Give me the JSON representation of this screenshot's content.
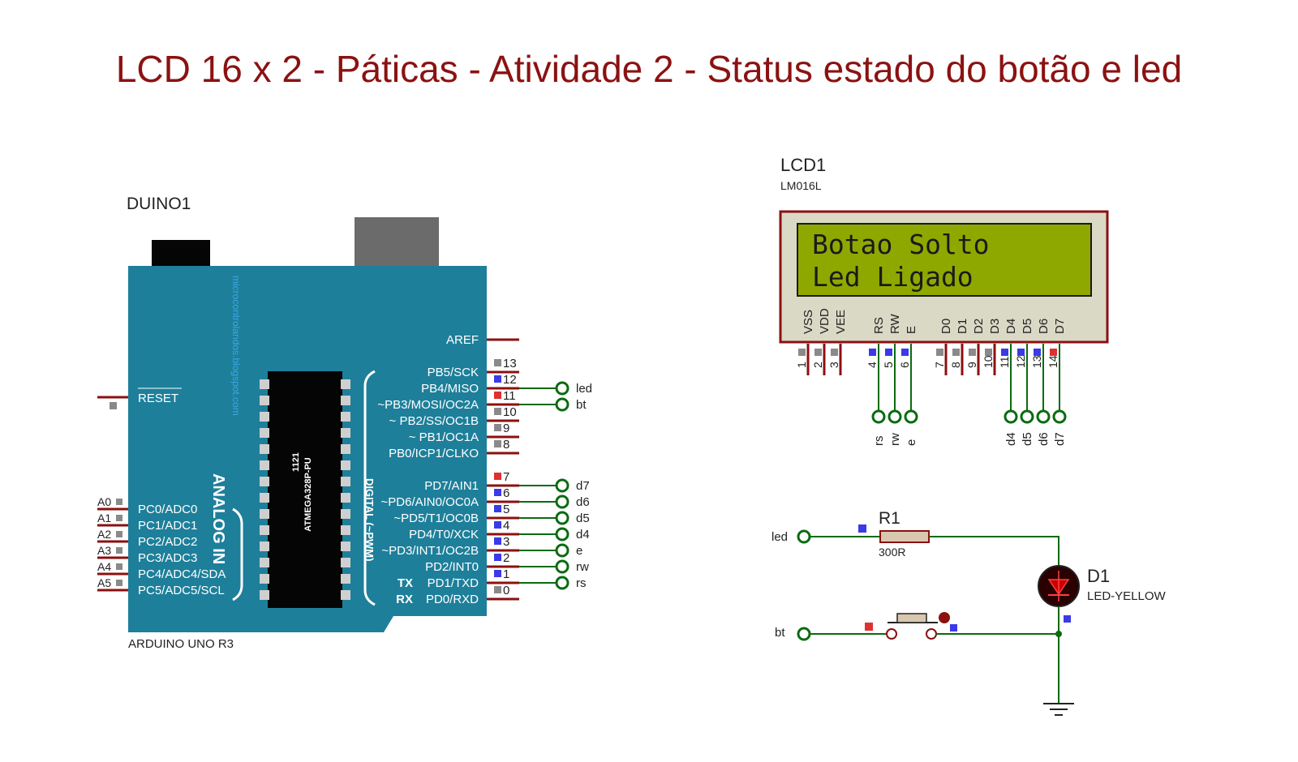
{
  "title": "LCD 16 x 2 - Páticas - Atividade 2 - Status estado do botão e led",
  "colors": {
    "title": "#8b1212",
    "board": "#1e7f9a",
    "wire": "#0a6b10",
    "pin": "#8b1010",
    "lcd_screen": "#8fa800",
    "lcd_body": "#d9d9c6"
  },
  "arduino": {
    "ref": "DUINO1",
    "model": "ARDUINO UNO R3",
    "chip_num": "1121",
    "chip_name": "ATMEGA328P-PU",
    "watermark": "microcontrolandos.blogspot.com",
    "analog_label": "ANALOG IN",
    "digital_label": "DIGITAL (~PWM)",
    "reset_label": "RESET",
    "aref_label": "AREF",
    "tx": "TX",
    "rx": "RX",
    "pb_pins": [
      {
        "label": "PB5/SCK",
        "num": "13",
        "color": "gray"
      },
      {
        "label": "PB4/MISO",
        "num": "12",
        "color": "blue"
      },
      {
        "label": "~PB3/MOSI/OC2A",
        "num": "11",
        "color": "red"
      },
      {
        "label": "~ PB2/SS/OC1B",
        "num": "10",
        "color": "gray"
      },
      {
        "label": "~ PB1/OC1A",
        "num": "9",
        "color": "gray"
      },
      {
        "label": "PB0/ICP1/CLKO",
        "num": "8",
        "color": "gray"
      }
    ],
    "pd_pins": [
      {
        "label": "PD7/AIN1",
        "num": "7",
        "color": "red"
      },
      {
        "label": "~PD6/AIN0/OC0A",
        "num": "6",
        "color": "blue"
      },
      {
        "label": "~PD5/T1/OC0B",
        "num": "5",
        "color": "blue"
      },
      {
        "label": "PD4/T0/XCK",
        "num": "4",
        "color": "blue"
      },
      {
        "label": "~PD3/INT1/OC2B",
        "num": "3",
        "color": "blue"
      },
      {
        "label": "PD2/INT0",
        "num": "2",
        "color": "blue"
      },
      {
        "label": "PD1/TXD",
        "num": "1",
        "color": "blue"
      },
      {
        "label": "PD0/RXD",
        "num": "0",
        "color": "gray"
      }
    ],
    "analog_pins": [
      {
        "name": "A0",
        "label": "PC0/ADC0"
      },
      {
        "name": "A1",
        "label": "PC1/ADC1"
      },
      {
        "name": "A2",
        "label": "PC2/ADC2"
      },
      {
        "name": "A3",
        "label": "PC3/ADC3"
      },
      {
        "name": "A4",
        "label": "PC4/ADC4/SDA"
      },
      {
        "name": "A5",
        "label": "PC5/ADC5/SCL"
      }
    ],
    "pb_terminals": [
      "",
      "led",
      "bt",
      "",
      "",
      ""
    ],
    "pd_terminals": [
      "d7",
      "d6",
      "d5",
      "d4",
      "e",
      "rw",
      "rs",
      ""
    ]
  },
  "lcd": {
    "ref": "LCD1",
    "model": "LM016L",
    "line1": "Botao Solto",
    "line2": "Led Ligado",
    "pins": [
      {
        "name": "VSS",
        "num": "1",
        "color": "gray",
        "terminal": ""
      },
      {
        "name": "VDD",
        "num": "2",
        "color": "gray",
        "terminal": ""
      },
      {
        "name": "VEE",
        "num": "3",
        "color": "gray",
        "terminal": ""
      },
      {
        "name": "RS",
        "num": "4",
        "color": "blue",
        "terminal": "rs"
      },
      {
        "name": "RW",
        "num": "5",
        "color": "blue",
        "terminal": "rw"
      },
      {
        "name": "E",
        "num": "6",
        "color": "blue",
        "terminal": "e"
      },
      {
        "name": "D0",
        "num": "7",
        "color": "gray",
        "terminal": ""
      },
      {
        "name": "D1",
        "num": "8",
        "color": "gray",
        "terminal": ""
      },
      {
        "name": "D2",
        "num": "9",
        "color": "gray",
        "terminal": ""
      },
      {
        "name": "D3",
        "num": "10",
        "color": "gray",
        "terminal": ""
      },
      {
        "name": "D4",
        "num": "11",
        "color": "blue",
        "terminal": "d4"
      },
      {
        "name": "D5",
        "num": "12",
        "color": "blue",
        "terminal": "d5"
      },
      {
        "name": "D6",
        "num": "13",
        "color": "blue",
        "terminal": "d6"
      },
      {
        "name": "D7",
        "num": "14",
        "color": "red",
        "terminal": "d7"
      }
    ]
  },
  "led_circuit": {
    "resistor_ref": "R1",
    "resistor_value": "300R",
    "led_ref": "D1",
    "led_model": "LED-YELLOW",
    "led_terminal": "led",
    "bt_terminal": "bt"
  }
}
